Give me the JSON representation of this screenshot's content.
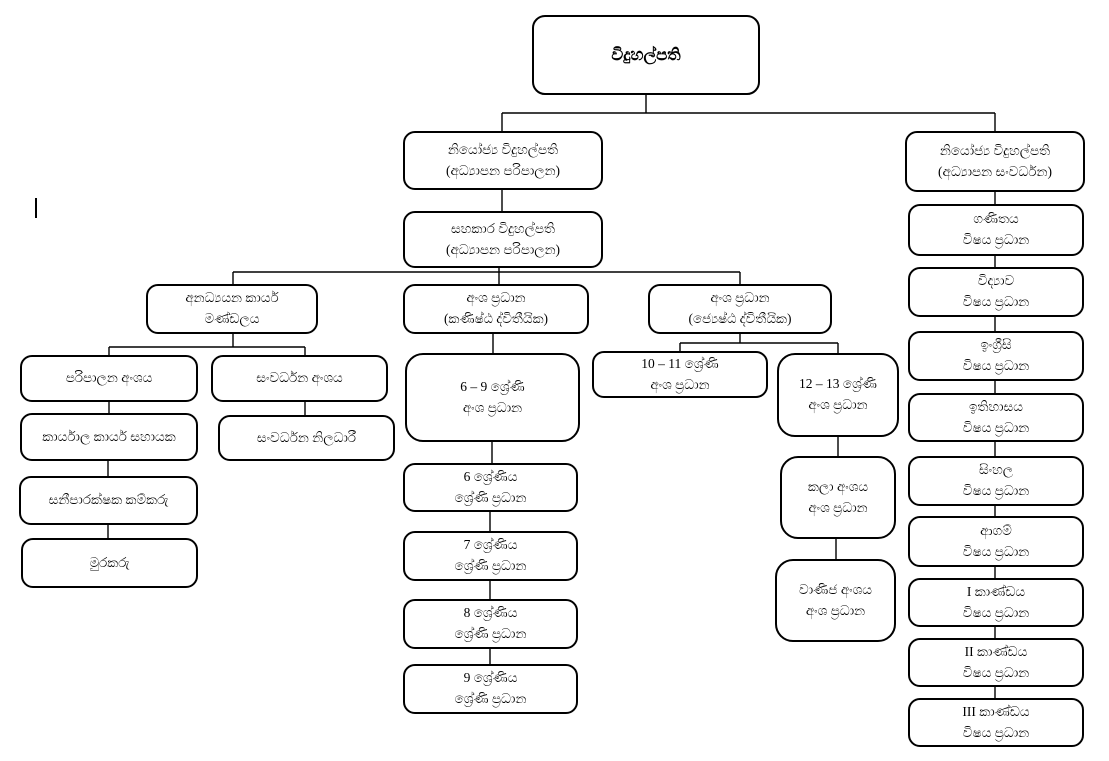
{
  "colors": {
    "box_border": "#000000",
    "connector_line": "#000000",
    "background": "#ffffff"
  },
  "nodes": {
    "principal": "විදුහල්පති",
    "deputy_admin": "නියෝජ්‍ය විදුහල්පති\n(අධ්‍යාපන පරිපාලන)",
    "deputy_dev": "නියෝජ්‍ය විදුහල්පති\n(අධ්‍යාපන සංවර්ධන)",
    "assistant_admin": "සහකාර විදුහල්පති\n(අධ්‍යාපන පරිපාලන)",
    "nonacademic_staff": "අනධ්‍යයන කාර්ය\nමණ්ඩලය",
    "junior_secondary_head": "අංශ ප්‍රධාන\n(කණිෂ්ඨ ද්විතීයික)",
    "senior_secondary_head": "අංශ ප්‍රධාන\n(ජ්‍යෙෂ්ඨ ද්විතීයික)",
    "admin_section": "පරිපාලන අංශය",
    "dev_section": "සංවර්ධන අංශය",
    "office_aide": "කාර්යාල කාර්ය සහායක",
    "dev_officer": "සංවර්ධන නිලධාරී",
    "sanitary_worker": "සනීපාරක්ෂක කම්කරු",
    "watcher": "මුරකරු",
    "grade_6_9_head": "6 – 9 ශ්‍රේණි\nඅංශ ප්‍රධාන",
    "grade_6_head": "6 ශ්‍රේණිය\nශ්‍රේණි ප්‍රධාන",
    "grade_7_head": "7 ශ්‍රේණිය\nශ්‍රේණි ප්‍රධාන",
    "grade_8_head": "8 ශ්‍රේණිය\nශ්‍රේණි ප්‍රධාන",
    "grade_9_head": "9 ශ්‍රේණිය\nශ්‍රේණි ප්‍රධාන",
    "grade_10_11_head": "10 – 11 ශ්‍රේණි\nඅංශ ප්‍රධාන",
    "grade_12_13_head": "12 – 13 ශ්‍රේණි\nඅංශ ප්‍රධාන",
    "arts_section_head": "කලා අංශය\nඅංශ ප්‍රධාන",
    "commerce_section_head": "වාණිජ අංශය\nඅංශ ප්‍රධාන",
    "maths_subject_head": "ගණිතය\nවිෂය ප්‍රධාන",
    "science_subject_head": "විද්‍යාව\nවිෂය ප්‍රධාන",
    "english_subject_head": "ඉංග්‍රීසි\nවිෂය ප්‍රධාන",
    "history_subject_head": "ඉතිහාසය\nවිෂය ප්‍රධාන",
    "sinhala_subject_head": "සිංහල\nවිෂය ප්‍රධාන",
    "religion_subject_head": "ආගම්\nවිෂය ප්‍රධාන",
    "band1_subject_head": "I කාණ්ඩය\nවිෂය ප්‍රධාන",
    "band2_subject_head": "II කාණ්ඩය\nවිෂය ප්‍රධාන",
    "band3_subject_head": "III කාණ්ඩය\nවිෂය ප්‍රධාන"
  }
}
